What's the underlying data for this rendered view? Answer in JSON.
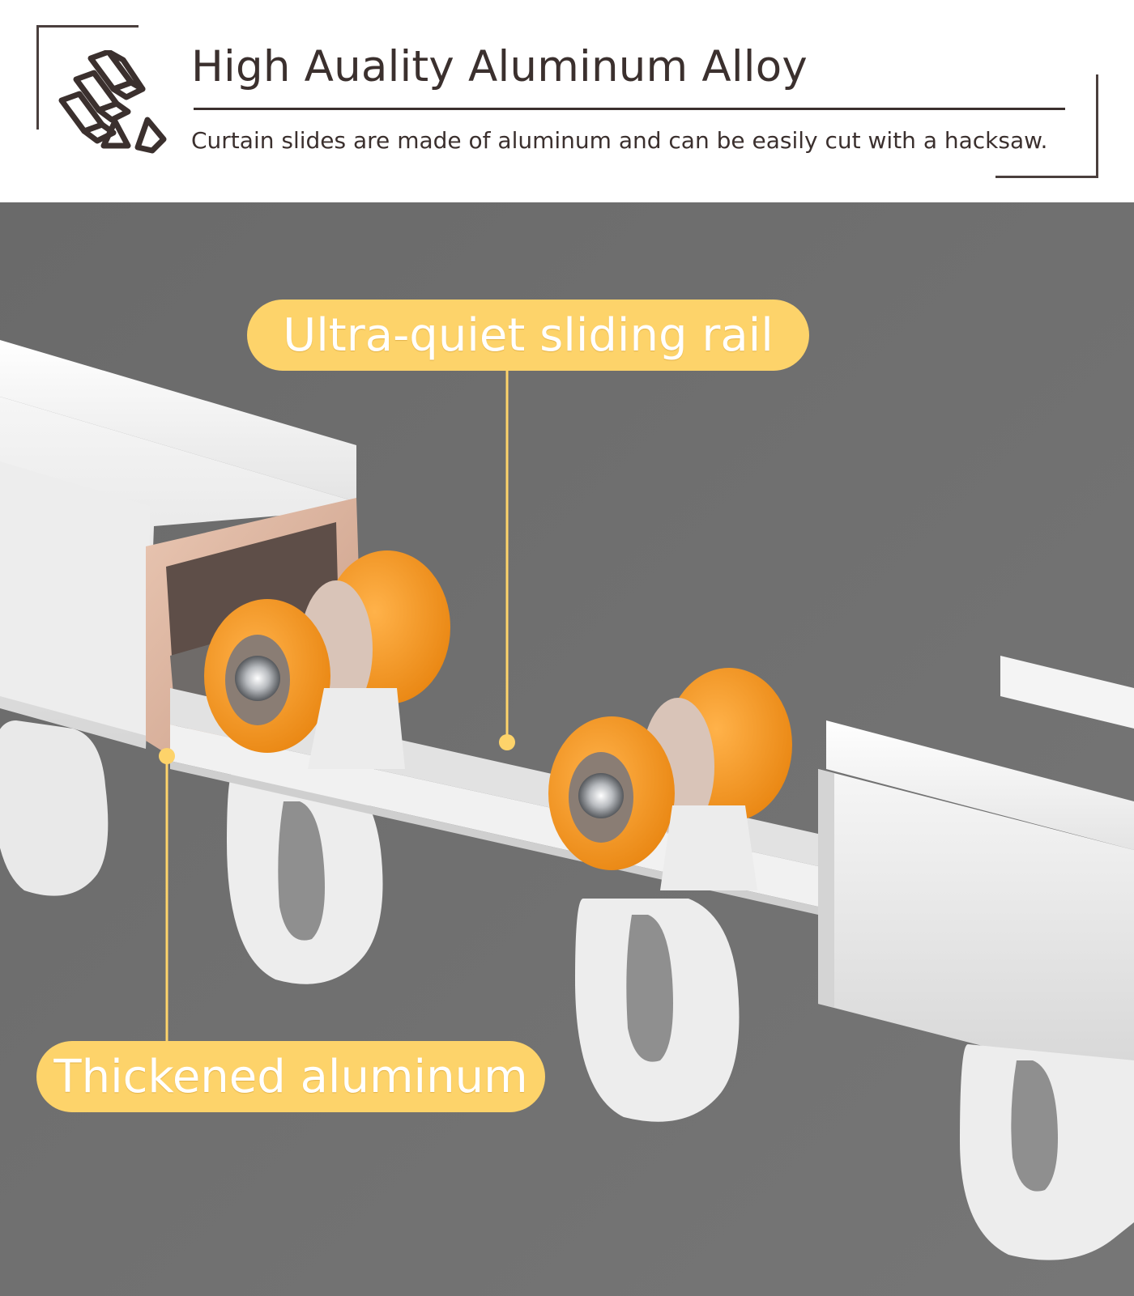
{
  "header": {
    "title": "High Auality Aluminum Alloy",
    "subtitle": "Curtain slides are made of aluminum and can be easily cut with a hacksaw.",
    "icon": "aluminum-ingots-icon",
    "text_color": "#3b302e"
  },
  "photo": {
    "background_color": "#6f6f6f",
    "callouts": {
      "rail_label": "Ultra-quiet sliding rail",
      "aluminum_label": "Thickened aluminum"
    },
    "callout_color": "#fdd36a",
    "roller_color": "#f39a1e"
  }
}
